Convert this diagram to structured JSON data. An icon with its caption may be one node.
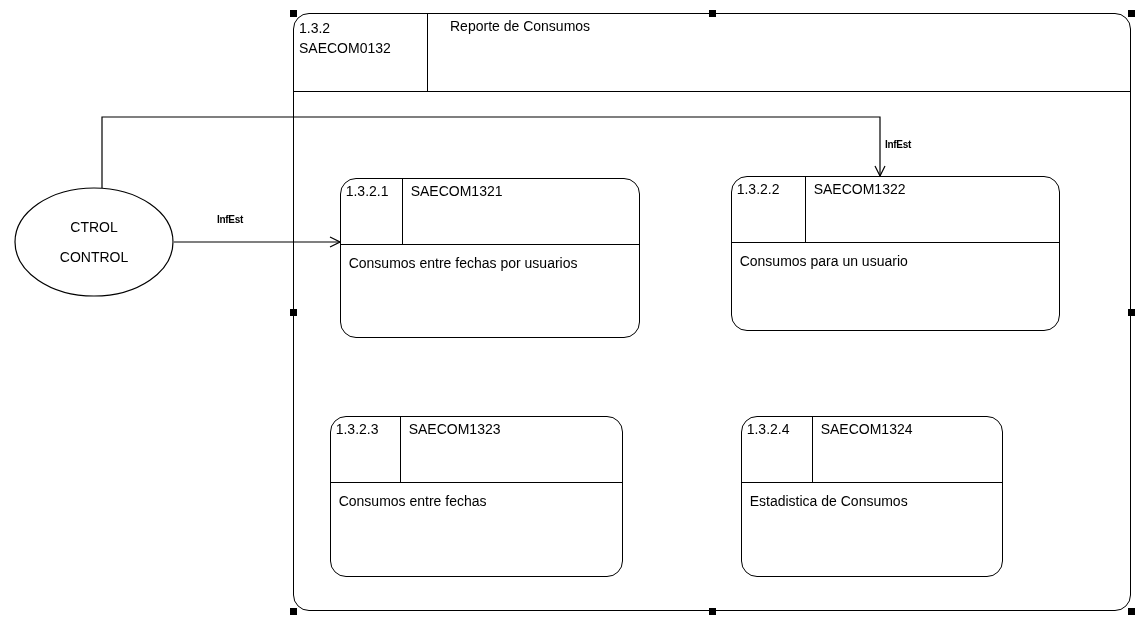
{
  "diagram": {
    "nodes": [
      {
        "text": [
          "CTROL",
          "CONTROL"
        ]
      },
      {
        "text": [
          "1.3.2",
          "SAECOM0132",
          "Reporte de Consumos"
        ]
      },
      {
        "text": [
          "1.3.2.1",
          "SAECOM1321",
          "Consumos entre fechas por usuarios"
        ],
        "in": 1
      },
      {
        "text": [
          "1.3.2.2",
          "SAECOM1322",
          "Consumos para un usuario"
        ],
        "in": 1
      },
      {
        "text": [
          "1.3.2.3",
          "SAECOM1323",
          "Consumos entre fechas"
        ],
        "in": 1
      },
      {
        "text": [
          "1.3.2.4",
          "SAECOM1324",
          "Estadistica de Consumos"
        ],
        "in": 1
      }
    ],
    "edges": [
      {
        "from": 0,
        "to": 2,
        "arrow": "to",
        "label": "InfEst"
      },
      {
        "from": 0,
        "to": 3,
        "arrow": "to",
        "label": "InfEst"
      }
    ]
  }
}
